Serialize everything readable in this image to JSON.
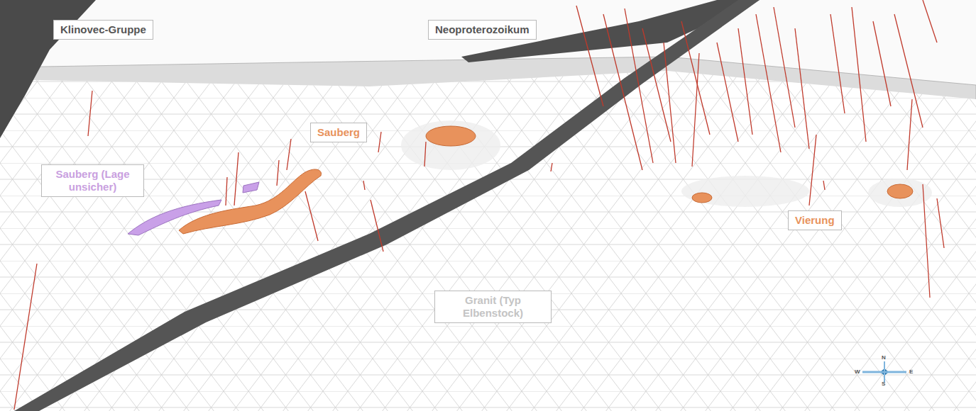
{
  "diagram": {
    "nodes": [
      {
        "text": [
          "Klinovec-Gruppe"
        ]
      },
      {
        "text": [
          "Neoproterozoikum"
        ]
      },
      {
        "text": [
          "Sauberg"
        ]
      },
      {
        "text": [
          "Sauberg (Lage unsicher)"
        ]
      },
      {
        "text": [
          "Vierung"
        ]
      },
      {
        "text": [
          "Granit (Typ Elbenstock)"
        ]
      }
    ],
    "labels": [
      "N",
      "W",
      "E",
      "S"
    ]
  }
}
